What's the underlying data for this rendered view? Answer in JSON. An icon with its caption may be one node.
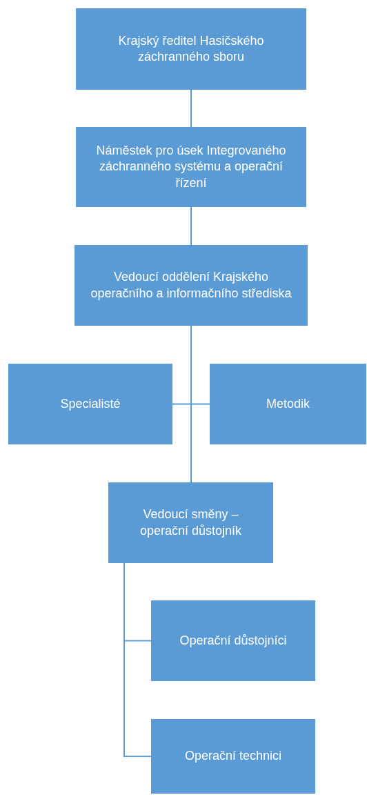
{
  "diagram": {
    "nodes": [
      {
        "text": [
          "Krajský ředitel Hasičského záchranného sboru"
        ]
      },
      {
        "text": [
          "Náměstek pro úsek Integrovaného záchranného systému a operační řízení"
        ]
      },
      {
        "text": [
          "Vedoucí oddělení Krajského operačního a informačního střediska"
        ]
      },
      {
        "text": [
          "Specialisté"
        ]
      },
      {
        "text": [
          "Metodik"
        ]
      },
      {
        "text": [
          "Vedoucí směny – operační důstojník"
        ]
      },
      {
        "text": [
          "Operační důstojníci"
        ]
      },
      {
        "text": [
          "Operační technici"
        ]
      }
    ],
    "edges": [
      {
        "from": 0,
        "to": 1,
        "arrow": "none"
      },
      {
        "from": 1,
        "to": 2,
        "arrow": "none"
      },
      {
        "from": 2,
        "to": 3,
        "arrow": "none"
      },
      {
        "from": 2,
        "to": 4,
        "arrow": "none"
      },
      {
        "from": 2,
        "to": 5,
        "arrow": "none"
      },
      {
        "from": 5,
        "to": 6,
        "arrow": "none"
      },
      {
        "from": 5,
        "to": 7,
        "arrow": "none"
      }
    ]
  }
}
